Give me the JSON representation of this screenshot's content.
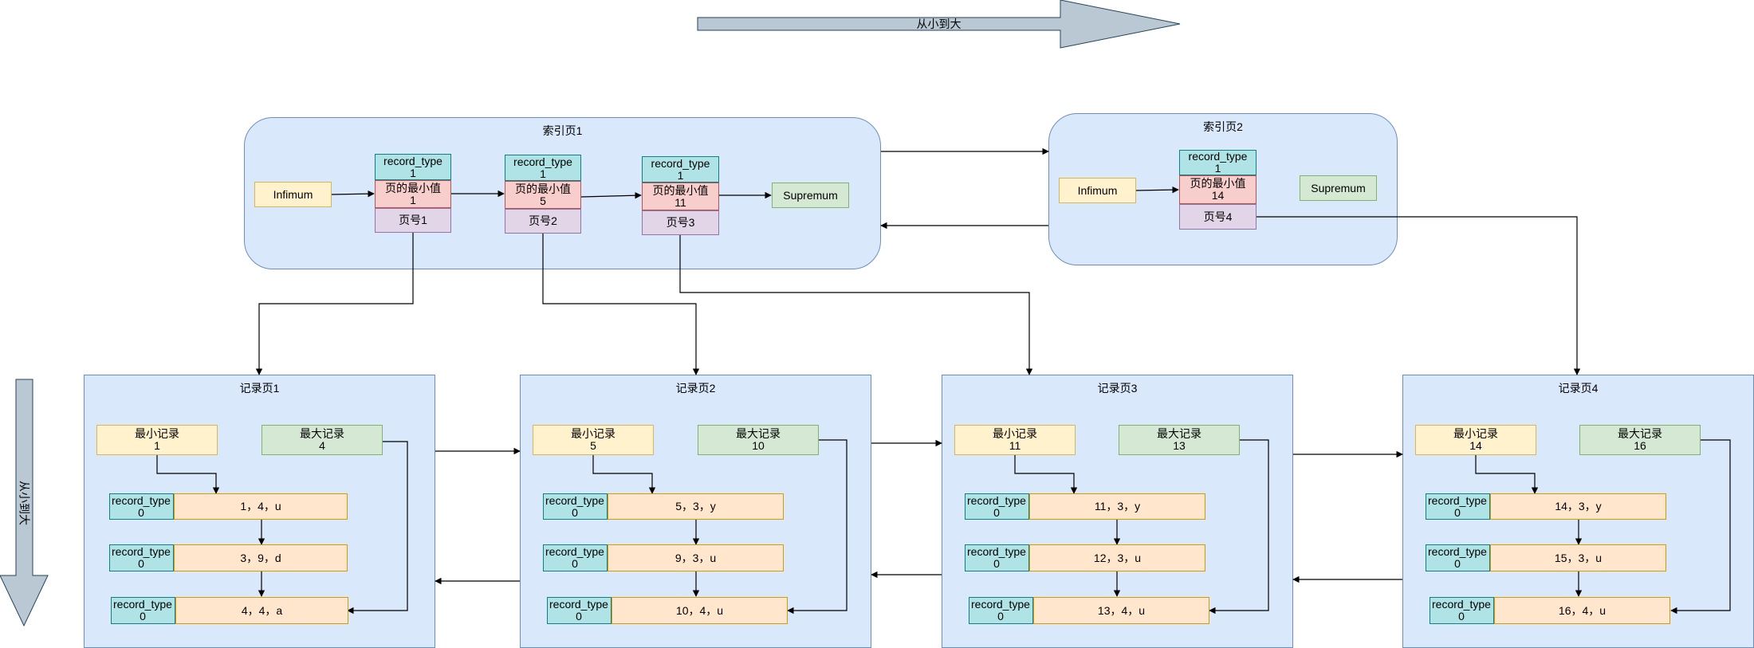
{
  "direction_horizontal_label": "从小到大",
  "direction_vertical_label": "从小到大",
  "index_pages": [
    {
      "title": "索引页1",
      "infimum": "Infimum",
      "supremum": "Supremum",
      "entries": [
        {
          "record_type": "record_type\n1",
          "min_value": "页的最小值\n1",
          "page_no": "页号1"
        },
        {
          "record_type": "record_type\n1",
          "min_value": "页的最小值\n5",
          "page_no": "页号2"
        },
        {
          "record_type": "record_type\n1",
          "min_value": "页的最小值\n11",
          "page_no": "页号3"
        }
      ]
    },
    {
      "title": "索引页2",
      "infimum": "Infimum",
      "supremum": "Supremum",
      "entries": [
        {
          "record_type": "record_type\n1",
          "min_value": "页的最小值\n14",
          "page_no": "页号4"
        }
      ]
    }
  ],
  "record_pages": [
    {
      "title": "记录页1",
      "min_record": "最小记录\n1",
      "max_record": "最大记录\n4",
      "records": [
        {
          "type": "record_type\n0",
          "value": "1，4，u"
        },
        {
          "type": "record_type\n0",
          "value": "3，9，d"
        },
        {
          "type": "record_type\n0",
          "value": "4，4，a"
        }
      ]
    },
    {
      "title": "记录页2",
      "min_record": "最小记录\n5",
      "max_record": "最大记录\n10",
      "records": [
        {
          "type": "record_type\n0",
          "value": "5，3，y"
        },
        {
          "type": "record_type\n0",
          "value": "9，3，u"
        },
        {
          "type": "record_type\n0",
          "value": "10，4，u"
        }
      ]
    },
    {
      "title": "记录页3",
      "min_record": "最小记录\n11",
      "max_record": "最大记录\n13",
      "records": [
        {
          "type": "record_type\n0",
          "value": "11，3，y"
        },
        {
          "type": "record_type\n0",
          "value": "12，3，u"
        },
        {
          "type": "record_type\n0",
          "value": "13，4，u"
        }
      ]
    },
    {
      "title": "记录页4",
      "min_record": "最小记录\n14",
      "max_record": "最大记录\n16",
      "records": [
        {
          "type": "record_type\n0",
          "value": "14，3，y"
        },
        {
          "type": "record_type\n0",
          "value": "15，3，u"
        },
        {
          "type": "record_type\n0",
          "value": "16，4，u"
        }
      ]
    }
  ],
  "colors": {
    "page_fill": "#dae8fc",
    "page_border": "#6c8ebf",
    "direction_arrow": "#bac8d3",
    "yellow": "#fff2cc",
    "green": "#d5e8d4",
    "teal": "#b0e3e6",
    "red": "#f8cecc",
    "purple": "#e1d5e7",
    "orange": "#ffe6cc"
  }
}
